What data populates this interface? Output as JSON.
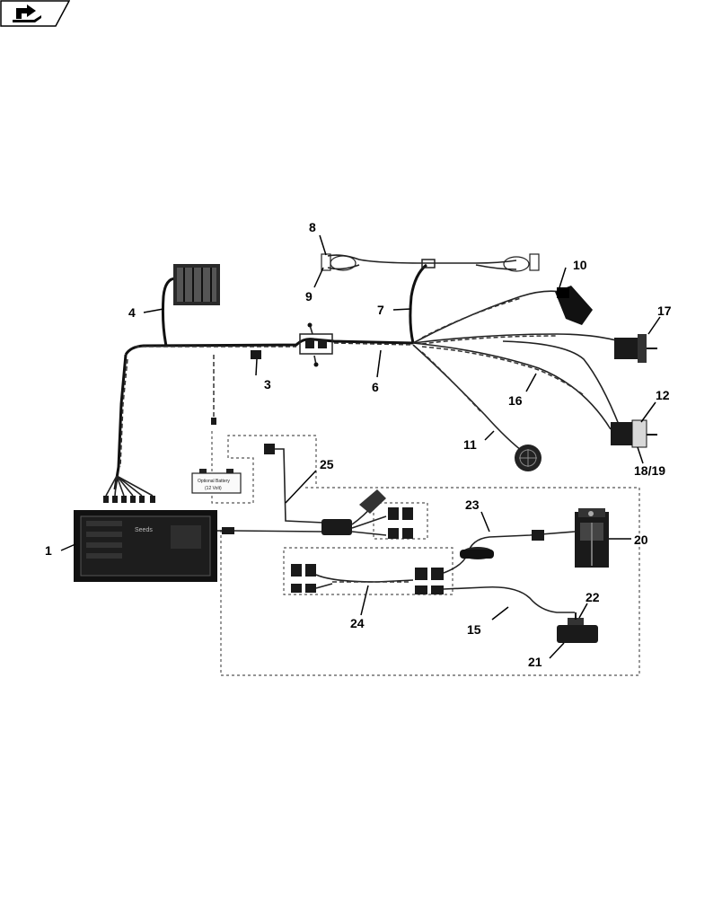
{
  "nav": {
    "icon": "return-arrow-icon"
  },
  "battery_label_line1": "Optional Battery",
  "battery_label_line2": "(12 Volt)",
  "monitor_screen_text": "Seeds",
  "callouts": [
    "1",
    "3",
    "4",
    "6",
    "7",
    "8",
    "9",
    "10",
    "11",
    "12",
    "15",
    "16",
    "17",
    "18/19",
    "20",
    "21",
    "22",
    "23",
    "24",
    "25"
  ]
}
